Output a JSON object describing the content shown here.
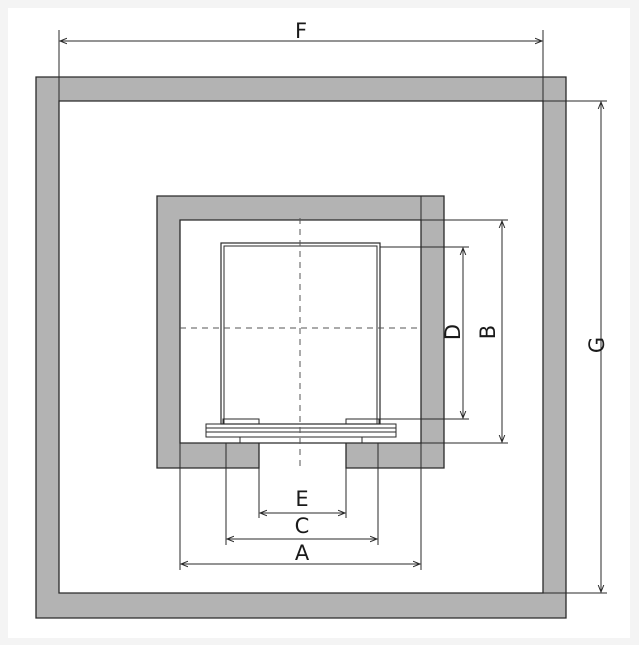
{
  "diagram": {
    "colors": {
      "background": "#f4f4f4",
      "wall_fill": "#b3b3b3",
      "line": "#2a2a2a"
    },
    "labels": {
      "A": "A",
      "B": "B",
      "C": "C",
      "D": "D",
      "E": "E",
      "F": "F",
      "G": "G"
    }
  }
}
